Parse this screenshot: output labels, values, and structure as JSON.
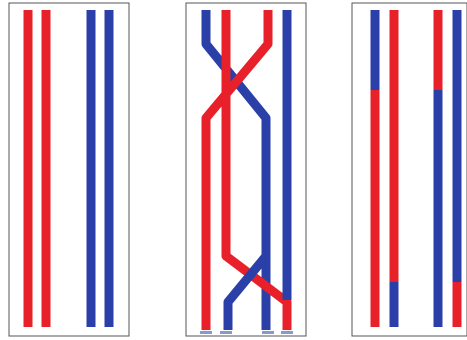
{
  "colors": {
    "red": "#e8202a",
    "blue": "#2b3fa8",
    "frame": "#3a3a3a",
    "background": "#ffffff"
  },
  "panels": [
    {
      "name": "panel-before-crossover",
      "strands": [
        {
          "name": "strand-1",
          "segments": [
            "red"
          ]
        },
        {
          "name": "strand-2",
          "segments": [
            "red"
          ]
        },
        {
          "name": "strand-3",
          "segments": [
            "blue"
          ]
        },
        {
          "name": "strand-4",
          "segments": [
            "blue"
          ]
        }
      ]
    },
    {
      "name": "panel-crossing-over",
      "strands": [
        {
          "name": "strand-1",
          "segments": [
            "blue",
            "red"
          ]
        },
        {
          "name": "strand-2",
          "segments": [
            "red"
          ]
        },
        {
          "name": "strand-3",
          "segments": [
            "red",
            "blue"
          ]
        },
        {
          "name": "strand-4",
          "segments": [
            "blue"
          ]
        }
      ]
    },
    {
      "name": "panel-recombinant-chromatids",
      "strands": [
        {
          "name": "strand-1",
          "segments": [
            "blue",
            "red"
          ]
        },
        {
          "name": "strand-2",
          "segments": [
            "red",
            "blue"
          ]
        },
        {
          "name": "strand-3",
          "segments": [
            "red",
            "blue"
          ]
        },
        {
          "name": "strand-4",
          "segments": [
            "blue",
            "red"
          ]
        }
      ]
    }
  ]
}
